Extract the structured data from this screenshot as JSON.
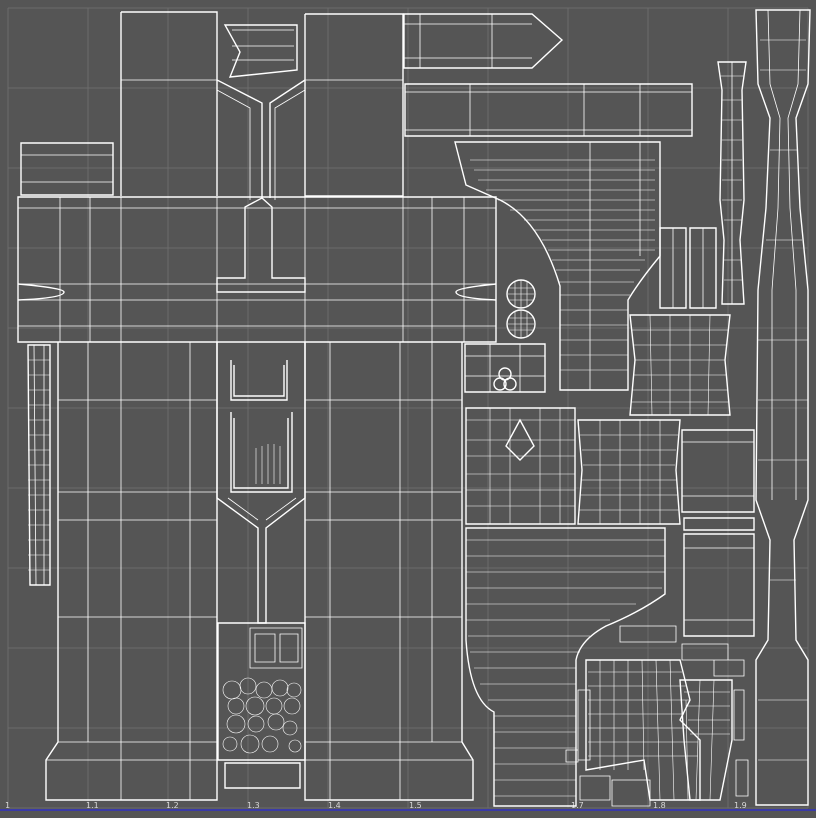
{
  "editor": {
    "view": "uv-editor",
    "background_color": "#555555",
    "grid_color": "#6c6c6c",
    "wire_color": "#ffffff",
    "baseline_color": "#3a3aa8"
  },
  "ruler": {
    "labels": [
      "1",
      "1.1",
      "1.2",
      "1.3",
      "1.4",
      "1.5",
      "1.7",
      "1.8",
      "1.9"
    ]
  }
}
